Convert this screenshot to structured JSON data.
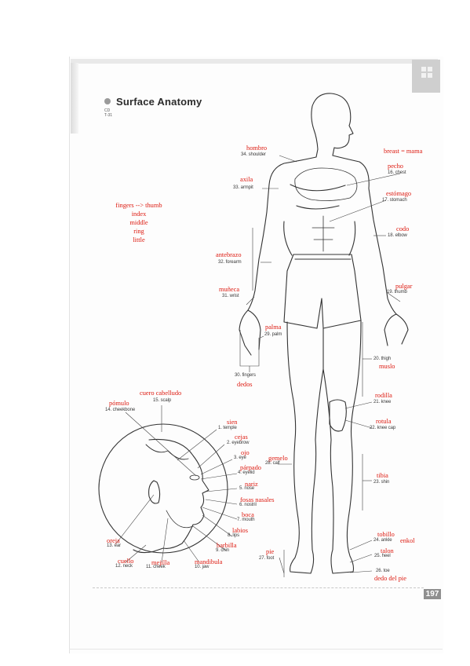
{
  "page": {
    "title": "Surface Anatomy",
    "cd_label": "CD",
    "track_label": "T-31",
    "page_number": "197"
  },
  "finger_notes": [
    "fingers --> thumb",
    "index",
    "middle",
    "ring",
    "little"
  ],
  "breast_note": "breast = mama",
  "labels": {
    "shoulder": {
      "en": "34. shoulder",
      "es": "hombro"
    },
    "chest": {
      "en": "16. chest",
      "es": "pecho"
    },
    "armpit": {
      "en": "33. armpit",
      "es": "axila"
    },
    "stomach": {
      "en": "17. stomach",
      "es": "estómago"
    },
    "elbow": {
      "en": "18. elbow",
      "es": "codo"
    },
    "forearm": {
      "en": "32. forearm",
      "es": "antebrazo"
    },
    "wrist": {
      "en": "31. wrist",
      "es": "muñeca"
    },
    "thumb": {
      "en": "19. thumb",
      "es": "pulgar"
    },
    "palm": {
      "en": "29. palm",
      "es": "palma"
    },
    "fingers": {
      "en": "30. fingers",
      "es": "dedos"
    },
    "thigh": {
      "en": "20. thigh",
      "es": "muslo"
    },
    "knee": {
      "en": "21. knee",
      "es": "rodilla"
    },
    "kneecap": {
      "en": "22. knee cap",
      "es": "rotula"
    },
    "scalp": {
      "en": "15. scalp",
      "es": "cuero cabelludo"
    },
    "cheekbone": {
      "en": "14. cheekbone",
      "es": "pómulo"
    },
    "temple": {
      "en": "1. temple",
      "es": "sien"
    },
    "eyebrow": {
      "en": "2. eyebrow",
      "es": "cejas"
    },
    "eye": {
      "en": "3. eye",
      "es": "ojo"
    },
    "eyelid": {
      "en": "4. eyelid",
      "es": "párpado"
    },
    "calf": {
      "en": "28. calf",
      "es": "gemelo"
    },
    "nose": {
      "en": "5. nose",
      "es": "nariz"
    },
    "nostril": {
      "en": "6. nostril",
      "es": "fosas nasales"
    },
    "mouth": {
      "en": "7. mouth",
      "es": "boca"
    },
    "lips": {
      "en": "8. lips",
      "es": "labios"
    },
    "chin": {
      "en": "9. chin",
      "es": "barbilla"
    },
    "shin": {
      "en": "23. shin",
      "es": "tibia"
    },
    "ankle": {
      "en": "24. ankle",
      "es": "tobillo"
    },
    "ankle_extra": {
      "es": "enkol"
    },
    "heel": {
      "en": "25. heel",
      "es": "talon"
    },
    "toe": {
      "en": "26. toe",
      "es": "dedo del pie"
    },
    "ear": {
      "en": "13. ear",
      "es": "oreja"
    },
    "neck": {
      "en": "12. neck",
      "es": "cuello"
    },
    "cheek": {
      "en": "11. cheek",
      "es": "mejilla"
    },
    "jaw": {
      "en": "10. jaw",
      "es": "mandibula"
    },
    "foot": {
      "en": "27. foot",
      "es": "pie"
    }
  }
}
